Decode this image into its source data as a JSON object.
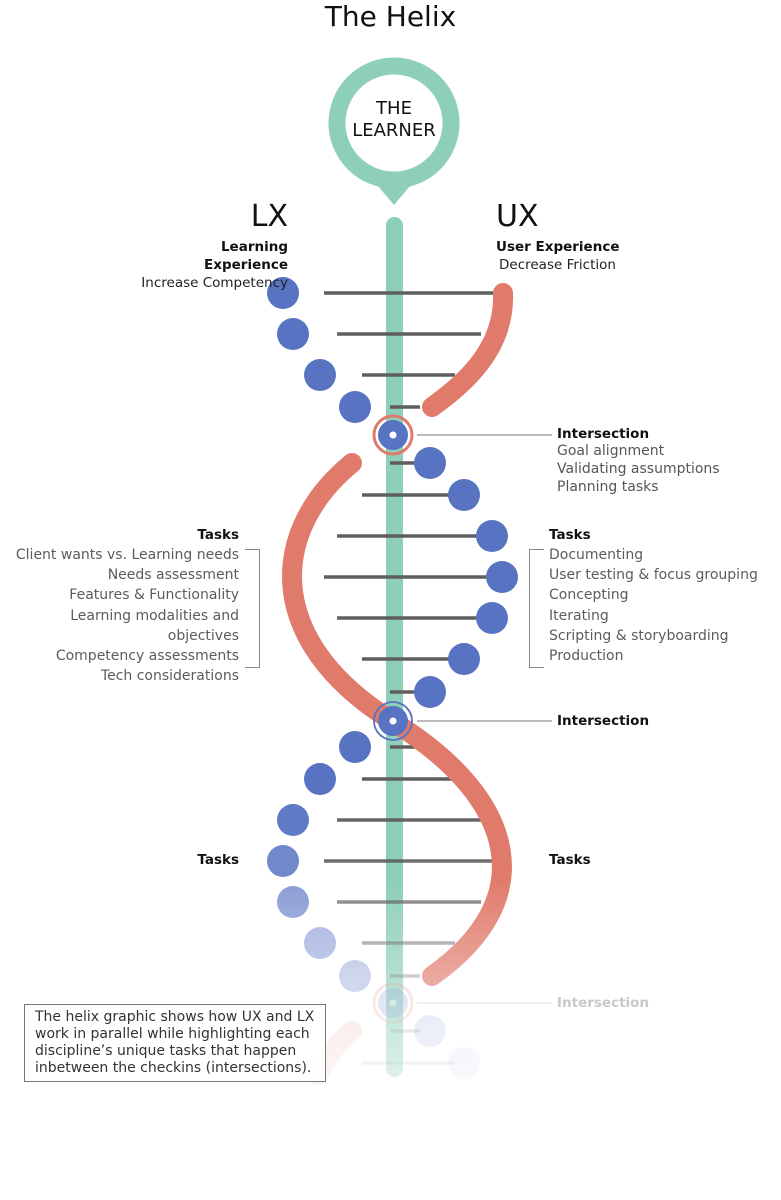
{
  "title": "The Helix",
  "learner_pin": {
    "line1": "THE",
    "line2": "LEARNER"
  },
  "lx": {
    "label": "LX",
    "name": "Learning Experience",
    "goal": "Increase Competency"
  },
  "ux": {
    "label": "UX",
    "name": "User Experience",
    "goal": "Decrease Friction"
  },
  "intersections": [
    {
      "title": "Intersection",
      "items": [
        "Goal alignment",
        "Validating assumptions",
        "Planning tasks"
      ]
    },
    {
      "title": "Intersection",
      "items": []
    },
    {
      "title": "Intersection",
      "items": []
    }
  ],
  "tasks_section_1": {
    "left_heading": "Tasks",
    "left_items": [
      "Client wants vs. Learning needs",
      "Needs assessment",
      "Features & Functionality",
      "Learning modalities and objectives",
      "Competency assessments",
      "Tech considerations"
    ],
    "right_heading": "Tasks",
    "right_items": [
      "Documenting",
      "User testing & focus grouping",
      "Concepting",
      "Iterating",
      "Scripting & storyboarding",
      "Production"
    ]
  },
  "tasks_section_2": {
    "left_heading": "Tasks",
    "right_heading": "Tasks"
  },
  "note": "The helix graphic shows how UX and LX work in parallel while highlighting each discipline’s unique tasks that happen inbetween the checkins (intersections).",
  "colors": {
    "spine": "#8ecfb8",
    "lx_strand": "#5873c2",
    "ux_strand": "#e07b6c",
    "rung": "#5e5e5e"
  }
}
